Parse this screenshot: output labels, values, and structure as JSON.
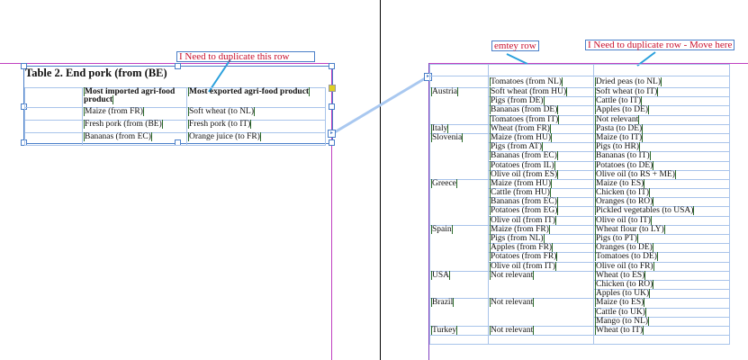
{
  "notes": {
    "left": "I Need to duplicate this row",
    "right_empty": "emtey row",
    "right_move": "I Need to duplicate row - Move here"
  },
  "left_table": {
    "title": "Table 2. End pork (from (BE)",
    "headers": [
      "Most imported agri-food product",
      "Most exported agri-food product"
    ],
    "rows": [
      [
        "Maize (from FR)",
        "Soft wheat (to NL)"
      ],
      [
        "Fresh pork (from (BE)",
        "Fresh pork (to IT)"
      ],
      [
        "Bananas (from EC)",
        "Orange juice (to FR)"
      ]
    ]
  },
  "right_table": {
    "first_row": [
      "Tomatoes (from NL)",
      "Dried peas (to NL)"
    ],
    "groups": [
      {
        "country": "Austria",
        "rows": [
          [
            "Soft wheat (from HU)",
            "Soft wheat (to IT)"
          ],
          [
            "Pigs (from DE)",
            "Cattle (to IT)"
          ],
          [
            "Bananas (from DE)",
            "Apples (to DE)"
          ],
          [
            "Tomatoes (from IT)",
            "Not relevant"
          ]
        ]
      },
      {
        "country": "Italy",
        "rows": [
          [
            "Wheat (from FR)",
            "Pasta (to DE)"
          ]
        ]
      },
      {
        "country": "Slovenia",
        "rows": [
          [
            "Maize (from HU)",
            "Maize (to IT)"
          ],
          [
            "Pigs (from AT)",
            "Pigs (to HR)"
          ],
          [
            "Bananas (from EC)",
            "Bananas (to IT)"
          ],
          [
            "Potatoes (from IL)",
            "Potatoes (to DE)"
          ],
          [
            "Olive oil (from ES)",
            "Olive oil (to RS + ME)"
          ]
        ]
      },
      {
        "country": "Greece",
        "rows": [
          [
            "Maize (from HU)",
            "Maize (to ES)"
          ],
          [
            "Cattle (from HU)",
            "Chicken (to IT)"
          ],
          [
            "Bananas (from EC)",
            "Oranges (to RO)"
          ],
          [
            "Potatoes (from EG)",
            "Pickled vegetables (to USA)"
          ],
          [
            "Olive oil (from IT)",
            "Olive oil (to IT)"
          ]
        ]
      },
      {
        "country": "Spain",
        "rows": [
          [
            "Maize (from FR)",
            "Wheat flour (to LY)"
          ],
          [
            "Pigs (from NL)",
            "Pigs (to PT)"
          ],
          [
            "Apples (from FR)",
            "Oranges (to DE)"
          ],
          [
            "Potatoes (from FR)",
            "Tomatoes (to DE)"
          ],
          [
            "Olive oil (from IT)",
            "Olive oil (to FR)"
          ]
        ]
      },
      {
        "country": "USA",
        "rows": [
          [
            "Not relevant",
            "Wheat (to ES)"
          ],
          [
            "",
            "Chicken (to RO)"
          ],
          [
            "",
            "Apples (to UK)"
          ]
        ]
      },
      {
        "country": "Brazil",
        "rows": [
          [
            "Not relevant",
            "Maize (to ES)"
          ],
          [
            "",
            "Cattle (to UK)"
          ],
          [
            "",
            "Mango (to NL)"
          ]
        ]
      },
      {
        "country": "Turkey",
        "rows": [
          [
            "Not relevant",
            "Wheat (to IT)"
          ]
        ]
      }
    ]
  }
}
